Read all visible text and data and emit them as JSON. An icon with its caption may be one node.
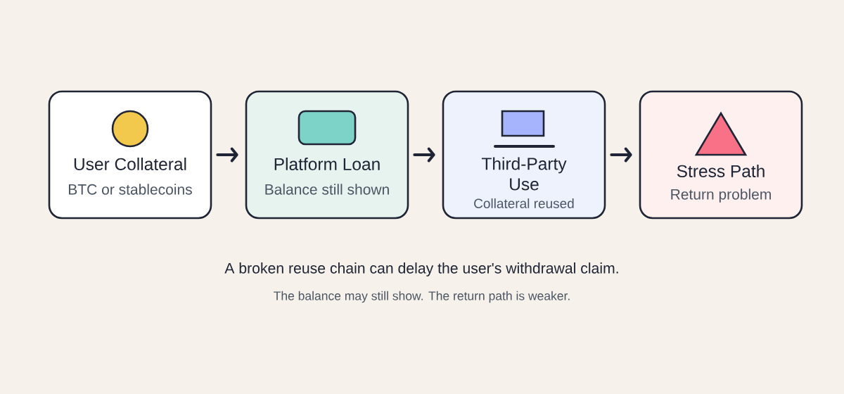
{
  "diagram": {
    "nodes": [
      {
        "text": [
          "User Collateral",
          "BTC or stablecoins"
        ]
      },
      {
        "text": [
          "Platform Loan",
          "Balance still shown"
        ]
      },
      {
        "text": [
          "Third-Party Use",
          "Collateral reused"
        ]
      },
      {
        "text": [
          "Stress Path",
          "Return problem"
        ]
      }
    ],
    "edges": [
      {
        "from": 0,
        "to": 1,
        "arrow": "to"
      },
      {
        "from": 1,
        "to": 2,
        "arrow": "to"
      },
      {
        "from": 2,
        "to": 3,
        "arrow": "to"
      }
    ],
    "labels": [
      "A broken reuse chain can delay the user's withdrawal claim.",
      "The balance may still show. The return path is weaker."
    ]
  }
}
